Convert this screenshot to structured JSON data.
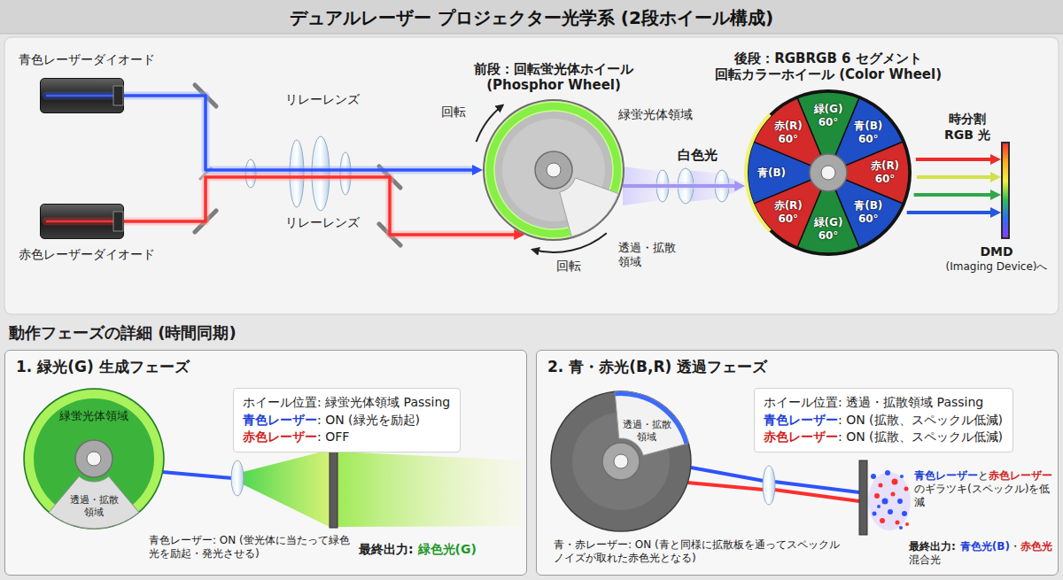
{
  "diagram": {
    "title": "デュアルレーザー プロジェクター光学系 (2段ホイール構成)",
    "nodes": [
      {
        "text": [
          "青色レーザーダイオード"
        ]
      },
      {
        "text": [
          "赤色レーザーダイオード"
        ]
      },
      {
        "text": [
          "前段：回転蛍光体ホイール (Phosphor Wheel)"
        ]
      },
      {
        "text": [
          "後段：RGBRGB 6 セグメント 回転カラーホイール (Color Wheel)"
        ]
      },
      {
        "text": [
          "DMD",
          "(Imaging Device)へ"
        ]
      },
      {
        "text": [
          "1. 緑光(G) 生成フェーズ"
        ]
      },
      {
        "text": [
          "緑蛍光体領域",
          "透過・拡散 領域"
        ],
        "in": 5
      },
      {
        "text": [
          "ホイール位置: 緑蛍光体領域 Passing",
          "青色レーザー",
          ": ON (緑光を励起)",
          "赤色レーザー",
          ": OFF"
        ],
        "in": 5
      },
      {
        "text": [
          "2. 青・赤光(B,R) 透過フェーズ"
        ]
      },
      {
        "text": [
          "透過・拡散 領域"
        ],
        "in": 8
      },
      {
        "text": [
          "ホイール位置: 透過・拡散領域 Passing",
          "青色レーザー",
          ": ON (拡散、スペックル低減)",
          "赤色レーザー",
          ": ON (拡散、スペックル低減)"
        ],
        "in": 8
      }
    ],
    "edges": [
      {
        "from": 0,
        "to": 2,
        "arrow": "to"
      },
      {
        "from": 1,
        "to": 2,
        "arrow": "to"
      },
      {
        "from": 2,
        "to": 3,
        "label": "白色光",
        "arrow": "to"
      },
      {
        "from": 3,
        "to": 4,
        "label": "時分割 RGB 光",
        "arrow": "to"
      }
    ],
    "labels": [
      "リレーレンズ",
      "リレーレンズ",
      "回転",
      "緑蛍光体領域",
      "透過・拡散 領域",
      "回転",
      "緑(G) 60°",
      "青(B) 60°",
      "赤(R) 60°",
      "青(B) 60°",
      "緑(G) 60°",
      "赤(R) 60°",
      "青(B)",
      "赤(R) 60°",
      "動作フェーズの詳細 (時間同期)",
      "青色レーザー: ON (蛍光体に当たって緑色光を励起・発光させる)",
      "最終出力:",
      "緑色光(G)",
      "青色レーザー",
      "と",
      "赤色レーザー",
      "のギラツキ(スペックル)を低減",
      "青・赤レーザー: ON (青と同様に拡散板を通ってスペックルノイズが取れた赤色光となる)",
      "最終出力:",
      "青色光(B)",
      "・",
      "赤色光",
      "混合光"
    ]
  }
}
